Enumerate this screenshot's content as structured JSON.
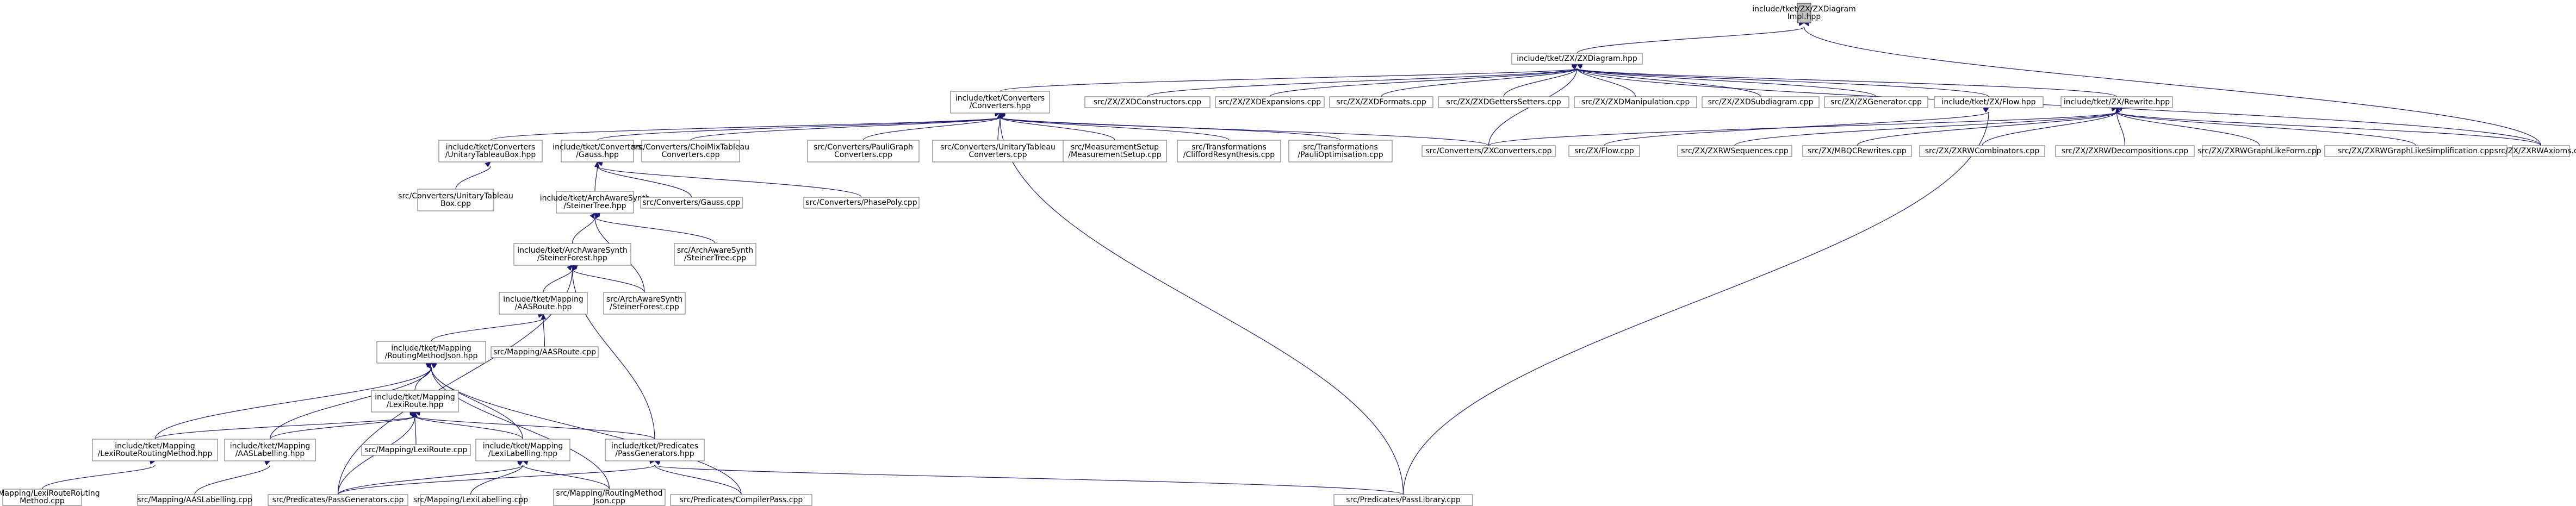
{
  "nodes": {
    "root": [
      "include/tket/ZX/ZXDiagram",
      "Impl.hpp"
    ],
    "zxd": [
      "include/tket/ZX/ZXDiagram.hpp"
    ],
    "conv": [
      "include/tket/Converters",
      "/Converters.hpp"
    ],
    "c1": [
      "src/ZX/ZXDConstructors.cpp"
    ],
    "c2": [
      "src/ZX/ZXDExpansions.cpp"
    ],
    "c3": [
      "src/ZX/ZXDFormats.cpp"
    ],
    "c4": [
      "src/ZX/ZXDGettersSetters.cpp"
    ],
    "c5": [
      "src/ZX/ZXDManipulation.cpp"
    ],
    "c6": [
      "src/ZX/ZXDSubdiagram.cpp"
    ],
    "c7": [
      "src/ZX/ZXGenerator.cpp"
    ],
    "flowhpp": [
      "include/tket/ZX/Flow.hpp"
    ],
    "rewrite": [
      "include/tket/ZX/Rewrite.hpp"
    ],
    "axioms": [
      "src/ZX/ZXRWAxioms.cpp"
    ],
    "utab": [
      "include/tket/Converters",
      "/UnitaryTableauBox.hpp"
    ],
    "gauss": [
      "include/tket/Converters",
      "/Gauss.hpp"
    ],
    "chofrom": [
      "src/Converters/ChoiMixTableau",
      "Converters.cpp"
    ],
    "pauligraph": [
      "src/Converters/PauliGraph",
      "Converters.cpp"
    ],
    "utabconv": [
      "src/Converters/UnitaryTableau",
      "Converters.cpp"
    ],
    "measure": [
      "src/MeasurementSetup",
      "/MeasurementSetup.cpp"
    ],
    "clifford": [
      "src/Transformations",
      "/CliffordResynthesis.cpp"
    ],
    "pauliopt": [
      "src/Transformations",
      "/PauliOptimisation.cpp"
    ],
    "zxconv": [
      "src/Converters/ZXConverters.cpp"
    ],
    "flowcpp": [
      "src/ZX/Flow.cpp"
    ],
    "rwseq": [
      "src/ZX/ZXRWSequences.cpp"
    ],
    "mbqc": [
      "src/ZX/MBQCRewrites.cpp"
    ],
    "rwcomb": [
      "src/ZX/ZXRWCombinators.cpp"
    ],
    "rwdecomp": [
      "src/ZX/ZXRWDecompositions.cpp"
    ],
    "graphlike": [
      "src/ZX/ZXRWGraphLikeForm.cpp"
    ],
    "graphsimp": [
      "src/ZX/ZXRWGraphLikeSimplification.cpp"
    ],
    "utabbox": [
      "src/Converters/UnitaryTableau",
      "Box.cpp"
    ],
    "steinertree": [
      "include/tket/ArchAwareSynth",
      "/SteinerTree.hpp"
    ],
    "gausscpp": [
      "src/Converters/Gauss.cpp"
    ],
    "phasepoly": [
      "src/Converters/PhasePoly.cpp"
    ],
    "steinerforest": [
      "include/tket/ArchAwareSynth",
      "/SteinerForest.hpp"
    ],
    "steinertreecpp": [
      "src/ArchAwareSynth",
      "/SteinerTree.cpp"
    ],
    "aasroute": [
      "include/tket/Mapping",
      "/AASRoute.hpp"
    ],
    "steinerforestcpp": [
      "src/ArchAwareSynth",
      "/SteinerForest.cpp"
    ],
    "rmjson": [
      "include/tket/Mapping",
      "/RoutingMethodJson.hpp"
    ],
    "aasroutecpp": [
      "src/Mapping/AASRoute.cpp"
    ],
    "lexiroute": [
      "include/tket/Mapping",
      "/LexiRoute.hpp"
    ],
    "lrrmhpp": [
      "include/tket/Mapping",
      "/LexiRouteRoutingMethod.hpp"
    ],
    "aaslab": [
      "include/tket/Mapping",
      "/AASLabelling.hpp"
    ],
    "lexiroutecpp": [
      "src/Mapping/LexiRoute.cpp"
    ],
    "lexilab": [
      "include/tket/Mapping",
      "/LexiLabelling.hpp"
    ],
    "passgen": [
      "include/tket/Predicates",
      "/PassGenerators.hpp"
    ],
    "lrrmcpp": [
      "src/Mapping/LexiRouteRouting",
      "Method.cpp"
    ],
    "aaslabcpp": [
      "src/Mapping/AASLabelling.cpp"
    ],
    "passgencpp": [
      "src/Predicates/PassGenerators.cpp"
    ],
    "lexilabcpp": [
      "src/Mapping/LexiLabelling.cpp"
    ],
    "rmjsoncpp": [
      "src/Mapping/RoutingMethod",
      "Json.cpp"
    ],
    "compilerpass": [
      "src/Predicates/CompilerPass.cpp"
    ],
    "passlib": [
      "src/Predicates/PassLibrary.cpp"
    ]
  },
  "edges": [
    [
      "root",
      "zxd"
    ],
    [
      "root",
      "axioms"
    ],
    [
      "zxd",
      "conv"
    ],
    [
      "zxd",
      "c1"
    ],
    [
      "zxd",
      "c2"
    ],
    [
      "zxd",
      "c3"
    ],
    [
      "zxd",
      "c4"
    ],
    [
      "zxd",
      "c5"
    ],
    [
      "zxd",
      "c6"
    ],
    [
      "zxd",
      "c7"
    ],
    [
      "zxd",
      "flowhpp"
    ],
    [
      "zxd",
      "rewrite"
    ],
    [
      "zxd",
      "axioms"
    ],
    [
      "zxd",
      "zxconv"
    ],
    [
      "conv",
      "utab"
    ],
    [
      "conv",
      "gauss"
    ],
    [
      "conv",
      "chofrom"
    ],
    [
      "conv",
      "pauligraph"
    ],
    [
      "conv",
      "utabconv"
    ],
    [
      "conv",
      "measure"
    ],
    [
      "conv",
      "clifford"
    ],
    [
      "conv",
      "pauliopt"
    ],
    [
      "conv",
      "zxconv"
    ],
    [
      "conv",
      "passlib"
    ],
    [
      "flowhpp",
      "flowcpp"
    ],
    [
      "flowhpp",
      "passlib"
    ],
    [
      "rewrite",
      "zxconv"
    ],
    [
      "rewrite",
      "rwseq"
    ],
    [
      "rewrite",
      "mbqc"
    ],
    [
      "rewrite",
      "rwcomb"
    ],
    [
      "rewrite",
      "rwdecomp"
    ],
    [
      "rewrite",
      "graphlike"
    ],
    [
      "rewrite",
      "graphsimp"
    ],
    [
      "rewrite",
      "axioms"
    ],
    [
      "utab",
      "utabbox"
    ],
    [
      "gauss",
      "steinertree"
    ],
    [
      "gauss",
      "gausscpp"
    ],
    [
      "gauss",
      "phasepoly"
    ],
    [
      "steinertree",
      "steinerforest"
    ],
    [
      "steinertree",
      "steinertreecpp"
    ],
    [
      "steinertree",
      "steinerforestcpp"
    ],
    [
      "steinerforest",
      "aasroute"
    ],
    [
      "steinerforest",
      "steinerforestcpp"
    ],
    [
      "steinerforest",
      "passgen"
    ],
    [
      "steinerforest",
      "passgencpp"
    ],
    [
      "aasroute",
      "rmjson"
    ],
    [
      "aasroute",
      "aasroutecpp"
    ],
    [
      "rmjson",
      "lexiroute"
    ],
    [
      "rmjson",
      "lrrmhpp"
    ],
    [
      "rmjson",
      "aaslab"
    ],
    [
      "rmjson",
      "lexilab"
    ],
    [
      "rmjson",
      "rmjsoncpp"
    ],
    [
      "rmjson",
      "compilerpass"
    ],
    [
      "lexiroute",
      "lrrmhpp"
    ],
    [
      "lexiroute",
      "aaslab"
    ],
    [
      "lexiroute",
      "lexiroutecpp"
    ],
    [
      "lexiroute",
      "lexilab"
    ],
    [
      "lexiroute",
      "passgen"
    ],
    [
      "lexiroute",
      "passgencpp"
    ],
    [
      "lrrmhpp",
      "lrrmcpp"
    ],
    [
      "aaslab",
      "aaslabcpp"
    ],
    [
      "lexilab",
      "passgencpp"
    ],
    [
      "lexilab",
      "lexilabcpp"
    ],
    [
      "lexilab",
      "rmjsoncpp"
    ],
    [
      "passgen",
      "passgencpp"
    ],
    [
      "passgen",
      "compilerpass"
    ],
    [
      "passgen",
      "passlib"
    ]
  ]
}
